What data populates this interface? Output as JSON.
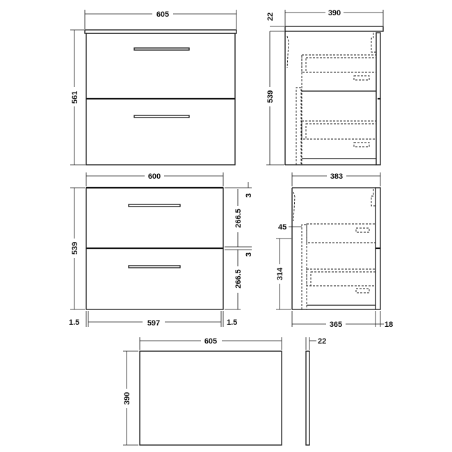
{
  "views": {
    "front_with_top": {
      "width": "605",
      "height": "561"
    },
    "side_with_top": {
      "depth": "390",
      "top_thickness": "22",
      "height": "539"
    },
    "front_unit": {
      "width": "600",
      "height": "539",
      "drawer_upper": "266.5",
      "drawer_lower": "266.5",
      "gap_upper": "3",
      "gap_lower": "3",
      "side_left": "1.5",
      "inner_width": "597",
      "side_right": "1.5"
    },
    "side_unit": {
      "depth": "383",
      "offset": "45",
      "cutout_height": "314",
      "body_depth": "365",
      "front_thickness": "18"
    },
    "worktop": {
      "width": "605",
      "depth": "390",
      "thickness": "22"
    }
  }
}
